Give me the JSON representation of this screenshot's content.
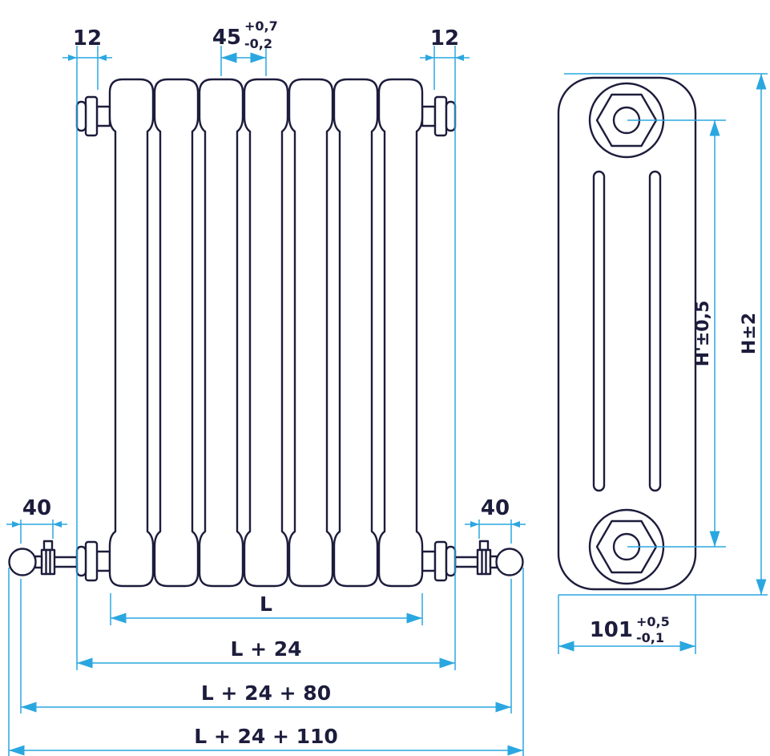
{
  "title": "Tubular column radiator technical drawing",
  "colors": {
    "line": "#1c1c3c",
    "dimension": "#2aa7e0",
    "text": "#1c1c3c",
    "background": "#ffffff"
  },
  "front_view": {
    "label": "radiator front view",
    "dimensions": {
      "offset_left": "12",
      "offset_right": "12",
      "section_pitch": "45",
      "section_pitch_tol_plus": "+0,7",
      "section_pitch_tol_minus": "-0,2",
      "valve_left": "40",
      "valve_right": "40",
      "length": "L",
      "length_with_plugs": "L + 24",
      "length_with_valves": "L + 24 + 80",
      "length_overall": "L + 24 + 110"
    }
  },
  "side_view": {
    "label": "radiator side view",
    "dimensions": {
      "height_centers": "H'±0,5",
      "height_overall": "H±2",
      "depth": "101",
      "depth_tol_plus": "+0,5",
      "depth_tol_minus": "-0,1"
    }
  }
}
